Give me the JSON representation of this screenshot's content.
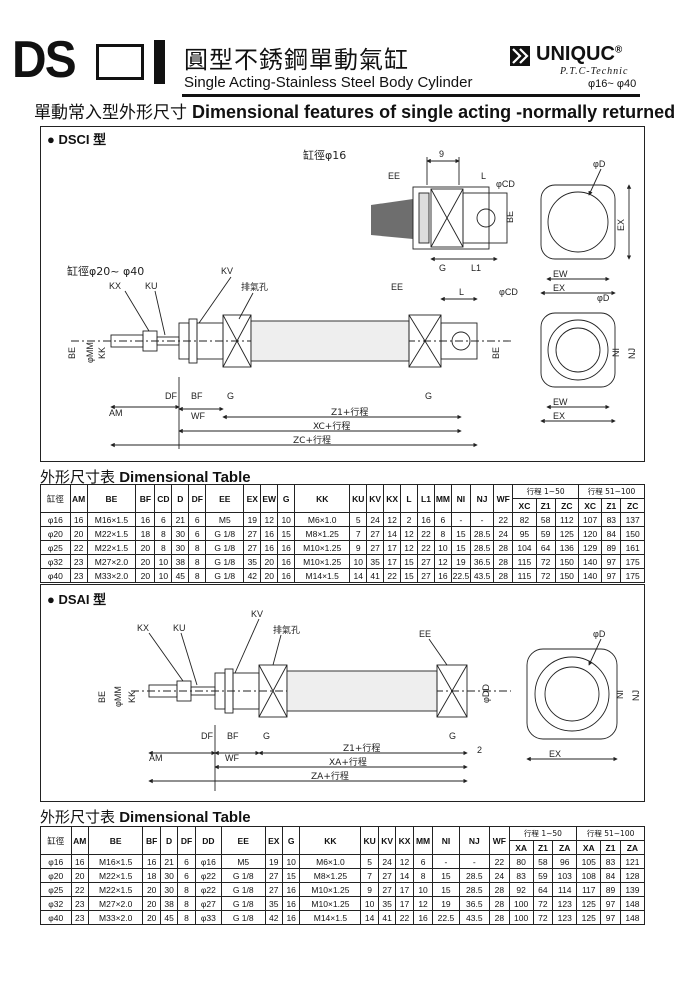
{
  "header": {
    "model_prefix": "DS",
    "title_zh": "圓型不銹鋼單動氣缸",
    "title_en": "Single Acting-Stainless Steel Body Cylinder",
    "brand": "UNIQUC",
    "brand_mark": "®",
    "brand_sub": "P.T.C-Technic",
    "bore_range": "φ16~ φ40"
  },
  "section": {
    "title_zh": "單動常入型外形尺寸",
    "title_en": "Dimensional features of single acting -normally returned"
  },
  "dsci": {
    "label": "DSCI 型",
    "small_bore": "缸徑φ16",
    "large_bore": "缸徑φ20~ φ40",
    "labels": {
      "nine": "9",
      "ee": "EE",
      "l": "L",
      "cd": "φCD",
      "be": "BE",
      "g": "G",
      "l1": "L1",
      "d": "φD",
      "ex": "EX",
      "ew": "EW",
      "kx": "KX",
      "ku": "KU",
      "kv": "KV",
      "exhaust": "排氣孔",
      "mm": "φMM",
      "kk": "KK",
      "nj": "NJ",
      "ni": "NI",
      "am": "AM",
      "df": "DF",
      "bf": "BF",
      "wf": "WF",
      "z1": "Z1+行程",
      "xc": "XC+行程",
      "zc": "ZC+行程"
    }
  },
  "dsai": {
    "label": "DSAI 型",
    "labels": {
      "kx": "KX",
      "ku": "KU",
      "kv": "KV",
      "exhaust": "排氣孔",
      "ee": "EE",
      "d": "φD",
      "be": "BE",
      "mm": "φMM",
      "kk": "KK",
      "dd": "φDD",
      "ni": "NI",
      "nj": "NJ",
      "am": "AM",
      "df": "DF",
      "bf": "BF",
      "wf": "WF",
      "g": "G",
      "two": "2",
      "ex": "EX",
      "z1": "Z1+行程",
      "xa": "XA+行程",
      "za": "ZA+行程"
    }
  },
  "table1": {
    "title_zh": "外形尺寸表",
    "title_en": "Dimensional Table",
    "headers": [
      "缸徑",
      "AM",
      "BE",
      "BF",
      "CD",
      "D",
      "DF",
      "EE",
      "EX",
      "EW",
      "G",
      "KK",
      "KU",
      "KV",
      "KX",
      "L",
      "L1",
      "MM",
      "NI",
      "NJ",
      "WF"
    ],
    "stroke_a": "行程 1~50",
    "stroke_b": "行程 51~100",
    "sub_headers": [
      "XC",
      "Z1",
      "ZC",
      "XC",
      "Z1",
      "ZC"
    ],
    "rows": [
      [
        "φ16",
        "16",
        "M16×1.5",
        "16",
        "6",
        "21",
        "6",
        "M5",
        "19",
        "12",
        "10",
        "M6×1.0",
        "5",
        "24",
        "12",
        "2",
        "16",
        "6",
        "-",
        "-",
        "22",
        "82",
        "58",
        "112",
        "107",
        "83",
        "137"
      ],
      [
        "φ20",
        "20",
        "M22×1.5",
        "18",
        "8",
        "30",
        "6",
        "G 1/8",
        "27",
        "16",
        "15",
        "M8×1.25",
        "7",
        "27",
        "14",
        "12",
        "22",
        "8",
        "15",
        "28.5",
        "24",
        "95",
        "59",
        "125",
        "120",
        "84",
        "150"
      ],
      [
        "φ25",
        "22",
        "M22×1.5",
        "20",
        "8",
        "30",
        "8",
        "G 1/8",
        "27",
        "16",
        "16",
        "M10×1.25",
        "9",
        "27",
        "17",
        "12",
        "22",
        "10",
        "15",
        "28.5",
        "28",
        "104",
        "64",
        "136",
        "129",
        "89",
        "161"
      ],
      [
        "φ32",
        "23",
        "M27×2.0",
        "20",
        "10",
        "38",
        "8",
        "G 1/8",
        "35",
        "20",
        "16",
        "M10×1.25",
        "10",
        "35",
        "17",
        "15",
        "27",
        "12",
        "19",
        "36.5",
        "28",
        "115",
        "72",
        "150",
        "140",
        "97",
        "175"
      ],
      [
        "φ40",
        "23",
        "M33×2.0",
        "20",
        "10",
        "45",
        "8",
        "G 1/8",
        "42",
        "20",
        "16",
        "M14×1.5",
        "14",
        "41",
        "22",
        "15",
        "27",
        "16",
        "22.5",
        "43.5",
        "28",
        "115",
        "72",
        "150",
        "140",
        "97",
        "175"
      ]
    ]
  },
  "table2": {
    "title_zh": "外形尺寸表",
    "title_en": "Dimensional Table",
    "headers": [
      "缸徑",
      "AM",
      "BE",
      "BF",
      "D",
      "DF",
      "DD",
      "EE",
      "EX",
      "G",
      "KK",
      "KU",
      "KV",
      "KX",
      "MM",
      "NI",
      "NJ",
      "WF"
    ],
    "stroke_a": "行程 1~50",
    "stroke_b": "行程 51~100",
    "sub_headers": [
      "XA",
      "Z1",
      "ZA",
      "XA",
      "Z1",
      "ZA"
    ],
    "rows": [
      [
        "φ16",
        "16",
        "M16×1.5",
        "16",
        "21",
        "6",
        "φ16",
        "M5",
        "19",
        "10",
        "M6×1.0",
        "5",
        "24",
        "12",
        "6",
        "-",
        "-",
        "22",
        "80",
        "58",
        "96",
        "105",
        "83",
        "121"
      ],
      [
        "φ20",
        "20",
        "M22×1.5",
        "18",
        "30",
        "6",
        "φ22",
        "G 1/8",
        "27",
        "15",
        "M8×1.25",
        "7",
        "27",
        "14",
        "8",
        "15",
        "28.5",
        "24",
        "83",
        "59",
        "103",
        "108",
        "84",
        "128"
      ],
      [
        "φ25",
        "22",
        "M22×1.5",
        "20",
        "30",
        "8",
        "φ22",
        "G 1/8",
        "27",
        "16",
        "M10×1.25",
        "9",
        "27",
        "17",
        "10",
        "15",
        "28.5",
        "28",
        "92",
        "64",
        "114",
        "117",
        "89",
        "139"
      ],
      [
        "φ32",
        "23",
        "M27×2.0",
        "20",
        "38",
        "8",
        "φ27",
        "G 1/8",
        "35",
        "16",
        "M10×1.25",
        "10",
        "35",
        "17",
        "12",
        "19",
        "36.5",
        "28",
        "100",
        "72",
        "123",
        "125",
        "97",
        "148"
      ],
      [
        "φ40",
        "23",
        "M33×2.0",
        "20",
        "45",
        "8",
        "φ33",
        "G 1/8",
        "42",
        "16",
        "M14×1.5",
        "14",
        "41",
        "22",
        "16",
        "22.5",
        "43.5",
        "28",
        "100",
        "72",
        "123",
        "125",
        "97",
        "148"
      ]
    ]
  }
}
